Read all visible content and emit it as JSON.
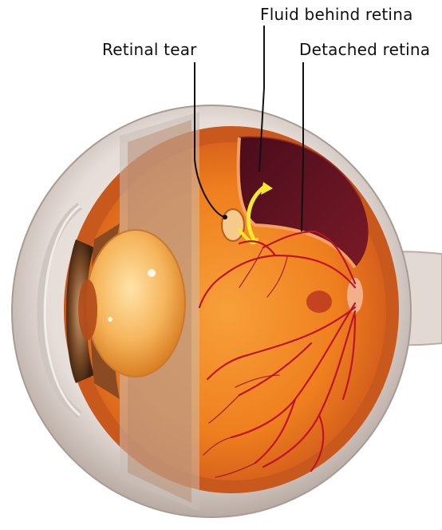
{
  "labels": {
    "fluid_behind_retina": "Fluid behind retina",
    "retinal_tear": "Retinal tear",
    "detached_retina": "Detached retina"
  },
  "colors": {
    "sclera": "#e9e2de",
    "choroid": "#d96a1c",
    "vitreous": "#f1881c",
    "fluid": "#5a1222",
    "vessel": "#c0122a",
    "lens": "#f3b45a",
    "iris": "#6b3a1c",
    "arrow": "#f2e82c"
  }
}
